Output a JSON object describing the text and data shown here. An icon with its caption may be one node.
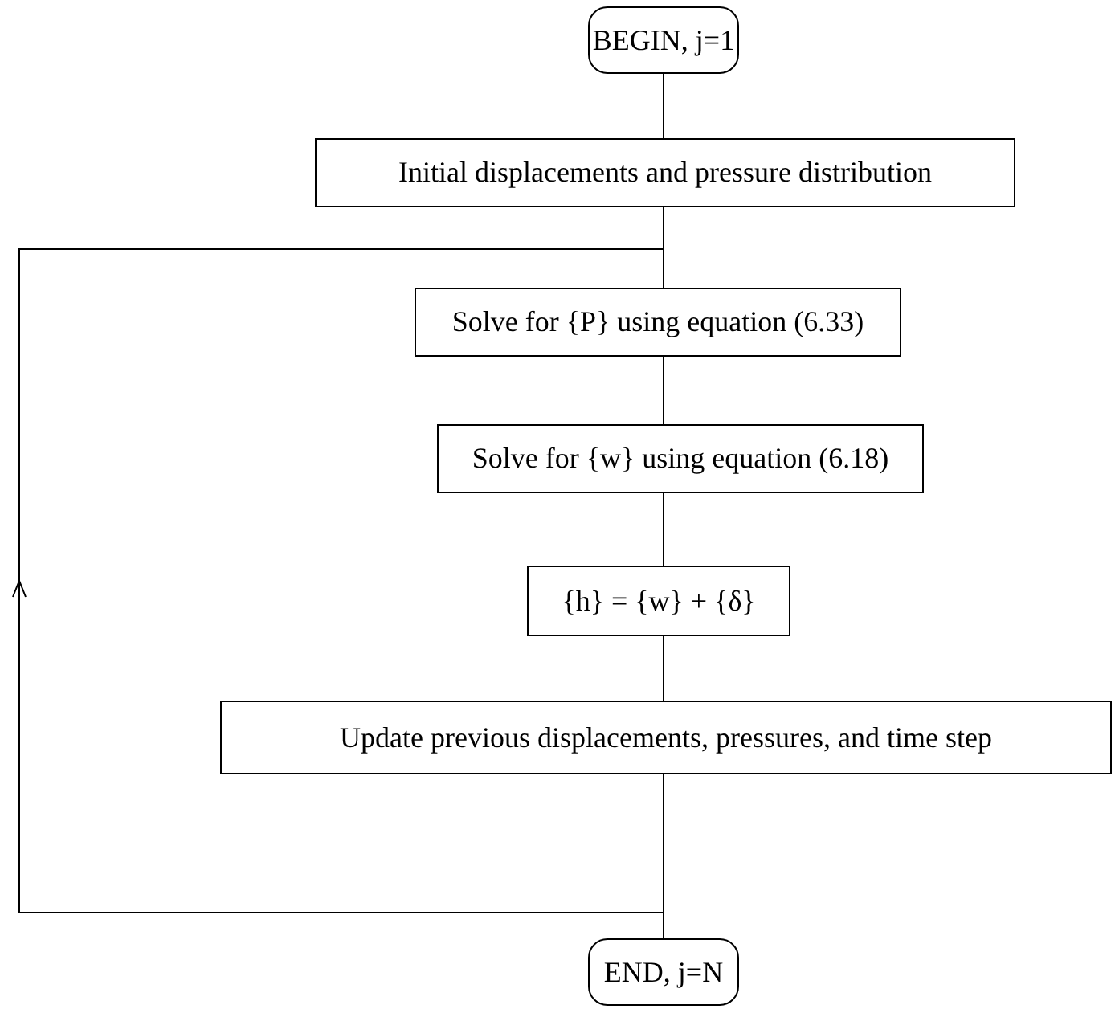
{
  "diagram": {
    "nodes": [
      {
        "text": [
          "BEGIN, j=1"
        ]
      },
      {
        "text": [
          "Initial displacements and pressure distribution"
        ]
      },
      {
        "text": [
          "Solve for {P} using equation (6.33)"
        ]
      },
      {
        "text": [
          "Solve for {w} using equation (6.18)"
        ]
      },
      {
        "text": [
          "{h} = {w} + {δ}"
        ]
      },
      {
        "text": [
          "Update previous displacements, pressures, and time step"
        ]
      },
      {
        "text": [
          "END, j=N"
        ]
      }
    ],
    "edges": [
      {
        "from": 0,
        "to": 1,
        "arrow": "none"
      },
      {
        "from": 1,
        "to": 2,
        "arrow": "none"
      },
      {
        "from": 2,
        "to": 3,
        "arrow": "none"
      },
      {
        "from": 3,
        "to": 4,
        "arrow": "none"
      },
      {
        "from": 4,
        "to": 5,
        "arrow": "none"
      },
      {
        "from": 5,
        "to": 6,
        "arrow": "none"
      },
      {
        "from": 5,
        "to": 2,
        "arrow": "to"
      }
    ]
  }
}
